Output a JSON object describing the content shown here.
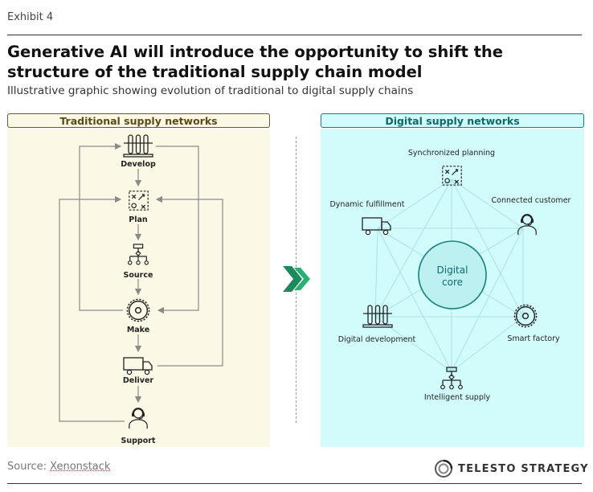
{
  "header": {
    "exhibit": "Exhibit 4",
    "title": "Generative AI will introduce the opportunity to shift the structure of the traditional supply chain model",
    "subtitle": "Illustrative graphic showing evolution of traditional to digital supply chains"
  },
  "traditional": {
    "heading": "Traditional supply networks",
    "steps": [
      {
        "label": "Develop",
        "icon": "lab-flasks-icon"
      },
      {
        "label": "Plan",
        "icon": "strategy-board-icon"
      },
      {
        "label": "Source",
        "icon": "org-chart-icon"
      },
      {
        "label": "Make",
        "icon": "gear-icon"
      },
      {
        "label": "Deliver",
        "icon": "truck-icon"
      },
      {
        "label": "Support",
        "icon": "headset-person-icon"
      }
    ]
  },
  "digital": {
    "heading": "Digital supply networks",
    "core": {
      "line1": "Digital",
      "line2": "core"
    },
    "nodes": [
      {
        "label": "Synchronized planning",
        "icon": "strategy-board-icon"
      },
      {
        "label": "Connected customer",
        "icon": "headset-person-icon"
      },
      {
        "label": "Smart factory",
        "icon": "gear-icon"
      },
      {
        "label": "Intelligent supply",
        "icon": "org-chart-icon"
      },
      {
        "label": "Digital development",
        "icon": "lab-flasks-icon"
      },
      {
        "label": "Dynamic fulfillment",
        "icon": "truck-icon"
      }
    ]
  },
  "footer": {
    "source_prefix": "Source: ",
    "source_name": "Xenonstack",
    "brand": "TELESTO STRATEGY"
  },
  "colors": {
    "trad_bg": "#fbf8e6",
    "digital_bg": "#d2fbfc",
    "teal": "#17807f",
    "arrow_green": "#1d8a5c"
  }
}
